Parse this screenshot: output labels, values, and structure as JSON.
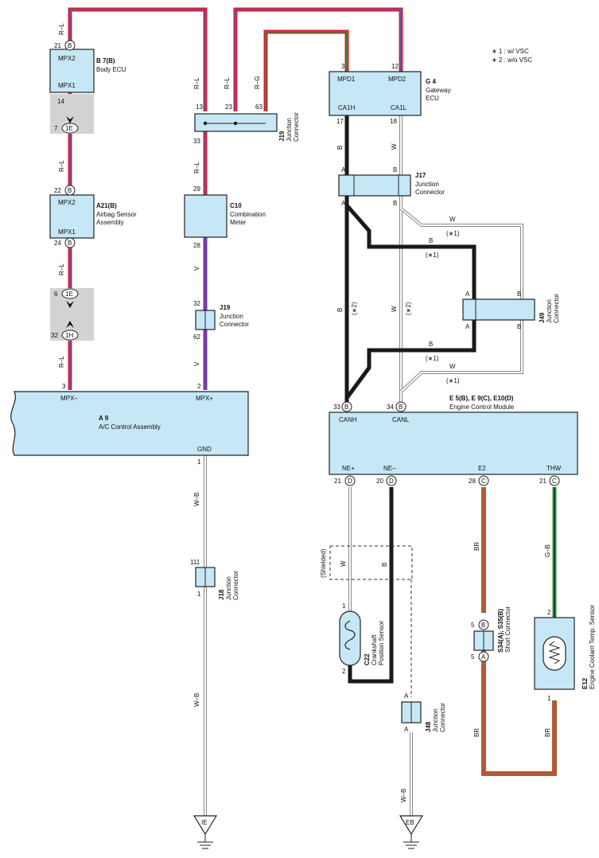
{
  "notes": {
    "n1": "∗ 1 : w/ VSC",
    "n2": "∗ 2 : w/o VSC"
  },
  "colors": {
    "box_fill": "#c6e7f5",
    "wire_red": "#d62030",
    "wire_blue": "#3b66c9",
    "wire_violet": "#7a3aa0",
    "wire_brown": "#b25a36",
    "wire_green": "#1e9a3c",
    "wire_black": "#1a1a1a",
    "wire_white_outline": "#777777"
  },
  "components": {
    "b7": {
      "id": "B 7(B)",
      "name": "Body ECU",
      "pin_top": "MPX2",
      "pin_bottom": "MPX1"
    },
    "a21": {
      "id": "A21(B)",
      "name_1": "Airbag Sensor",
      "name_2": "Assembly",
      "pin_top": "MPX2",
      "pin_bottom": "MPX1"
    },
    "a9": {
      "id": "A 9",
      "name": "A/C Control Assembly",
      "pin_left": "MPX–",
      "pin_right": "MPX+",
      "pin_bottom": "GND"
    },
    "c10": {
      "id": "C10",
      "name_1": "Combination",
      "name_2": "Meter"
    },
    "g4": {
      "id": "G 4",
      "name_1": "Gateway",
      "name_2": "ECU",
      "pins": [
        "MPD1",
        "MPD2",
        "CA1H",
        "CA1L"
      ]
    },
    "j19_top": {
      "id": "J19",
      "name_1": "Junction",
      "name_2": "Connector"
    },
    "j19_mid": {
      "id": "J19",
      "name_1": "Junction",
      "name_2": "Connector"
    },
    "j17": {
      "id": "J17",
      "name_1": "Junction",
      "name_2": "Connector"
    },
    "j49": {
      "id": "J49",
      "name_1": "Junction",
      "name_2": "Connector"
    },
    "ecm": {
      "id": "E 5(B), E 9(C), E10(D)",
      "name": "Engine Control Module",
      "pins": [
        "CANH",
        "CANL",
        "NE+",
        "NE–",
        "E2",
        "THW"
      ]
    },
    "j18": {
      "id": "J18",
      "name_1": "Junction",
      "name_2": "Connector"
    },
    "c22": {
      "id": "C22",
      "name_1": "Crankshaft",
      "name_2": "Position Sensor"
    },
    "s34": {
      "id": "S34(A), S35(B)",
      "name": "Short Connector"
    },
    "e12": {
      "id": "E12",
      "name": "Engine Coolant Temp.  Sensor"
    },
    "j48": {
      "id": "J48",
      "name_1": "Junction",
      "name_2": "Connector"
    }
  },
  "grounds": {
    "ie": "IE",
    "eb": "EB"
  },
  "shielded": "(Shielded)",
  "wire_labels": {
    "rl": "R–L",
    "rg": "R–G",
    "v": "V",
    "b": "B",
    "w": "W",
    "wb": "W–B",
    "br": "BR",
    "gb": "G–B",
    "n1": "(∗1)",
    "n2": "(∗2)"
  },
  "pin_numbers": {
    "p21": "21",
    "p14": "14",
    "p7": "7",
    "p22": "22",
    "p24": "24",
    "p6": "6",
    "p32": "32",
    "p3": "3",
    "p13": "13",
    "p23": "23",
    "p63": "63",
    "p33": "33",
    "p29": "29",
    "p28": "28",
    "p32b": "32",
    "p62": "62",
    "p2": "2",
    "p3g": "3",
    "p12": "12",
    "p17": "17",
    "p18": "18",
    "p33e": "33",
    "p34": "34",
    "p21e": "21",
    "p20": "20",
    "p28e": "28",
    "p21t": "21",
    "p1": "1",
    "p111": "111",
    "p1b": "1",
    "p1c": "1",
    "p2c": "2",
    "p5a": "5",
    "p5b": "5",
    "p2e": "2",
    "p1e": "1"
  },
  "connector_letters": {
    "b": "B",
    "e1": "1E",
    "h1": "1H",
    "a": "A",
    "c": "C",
    "d": "D"
  }
}
